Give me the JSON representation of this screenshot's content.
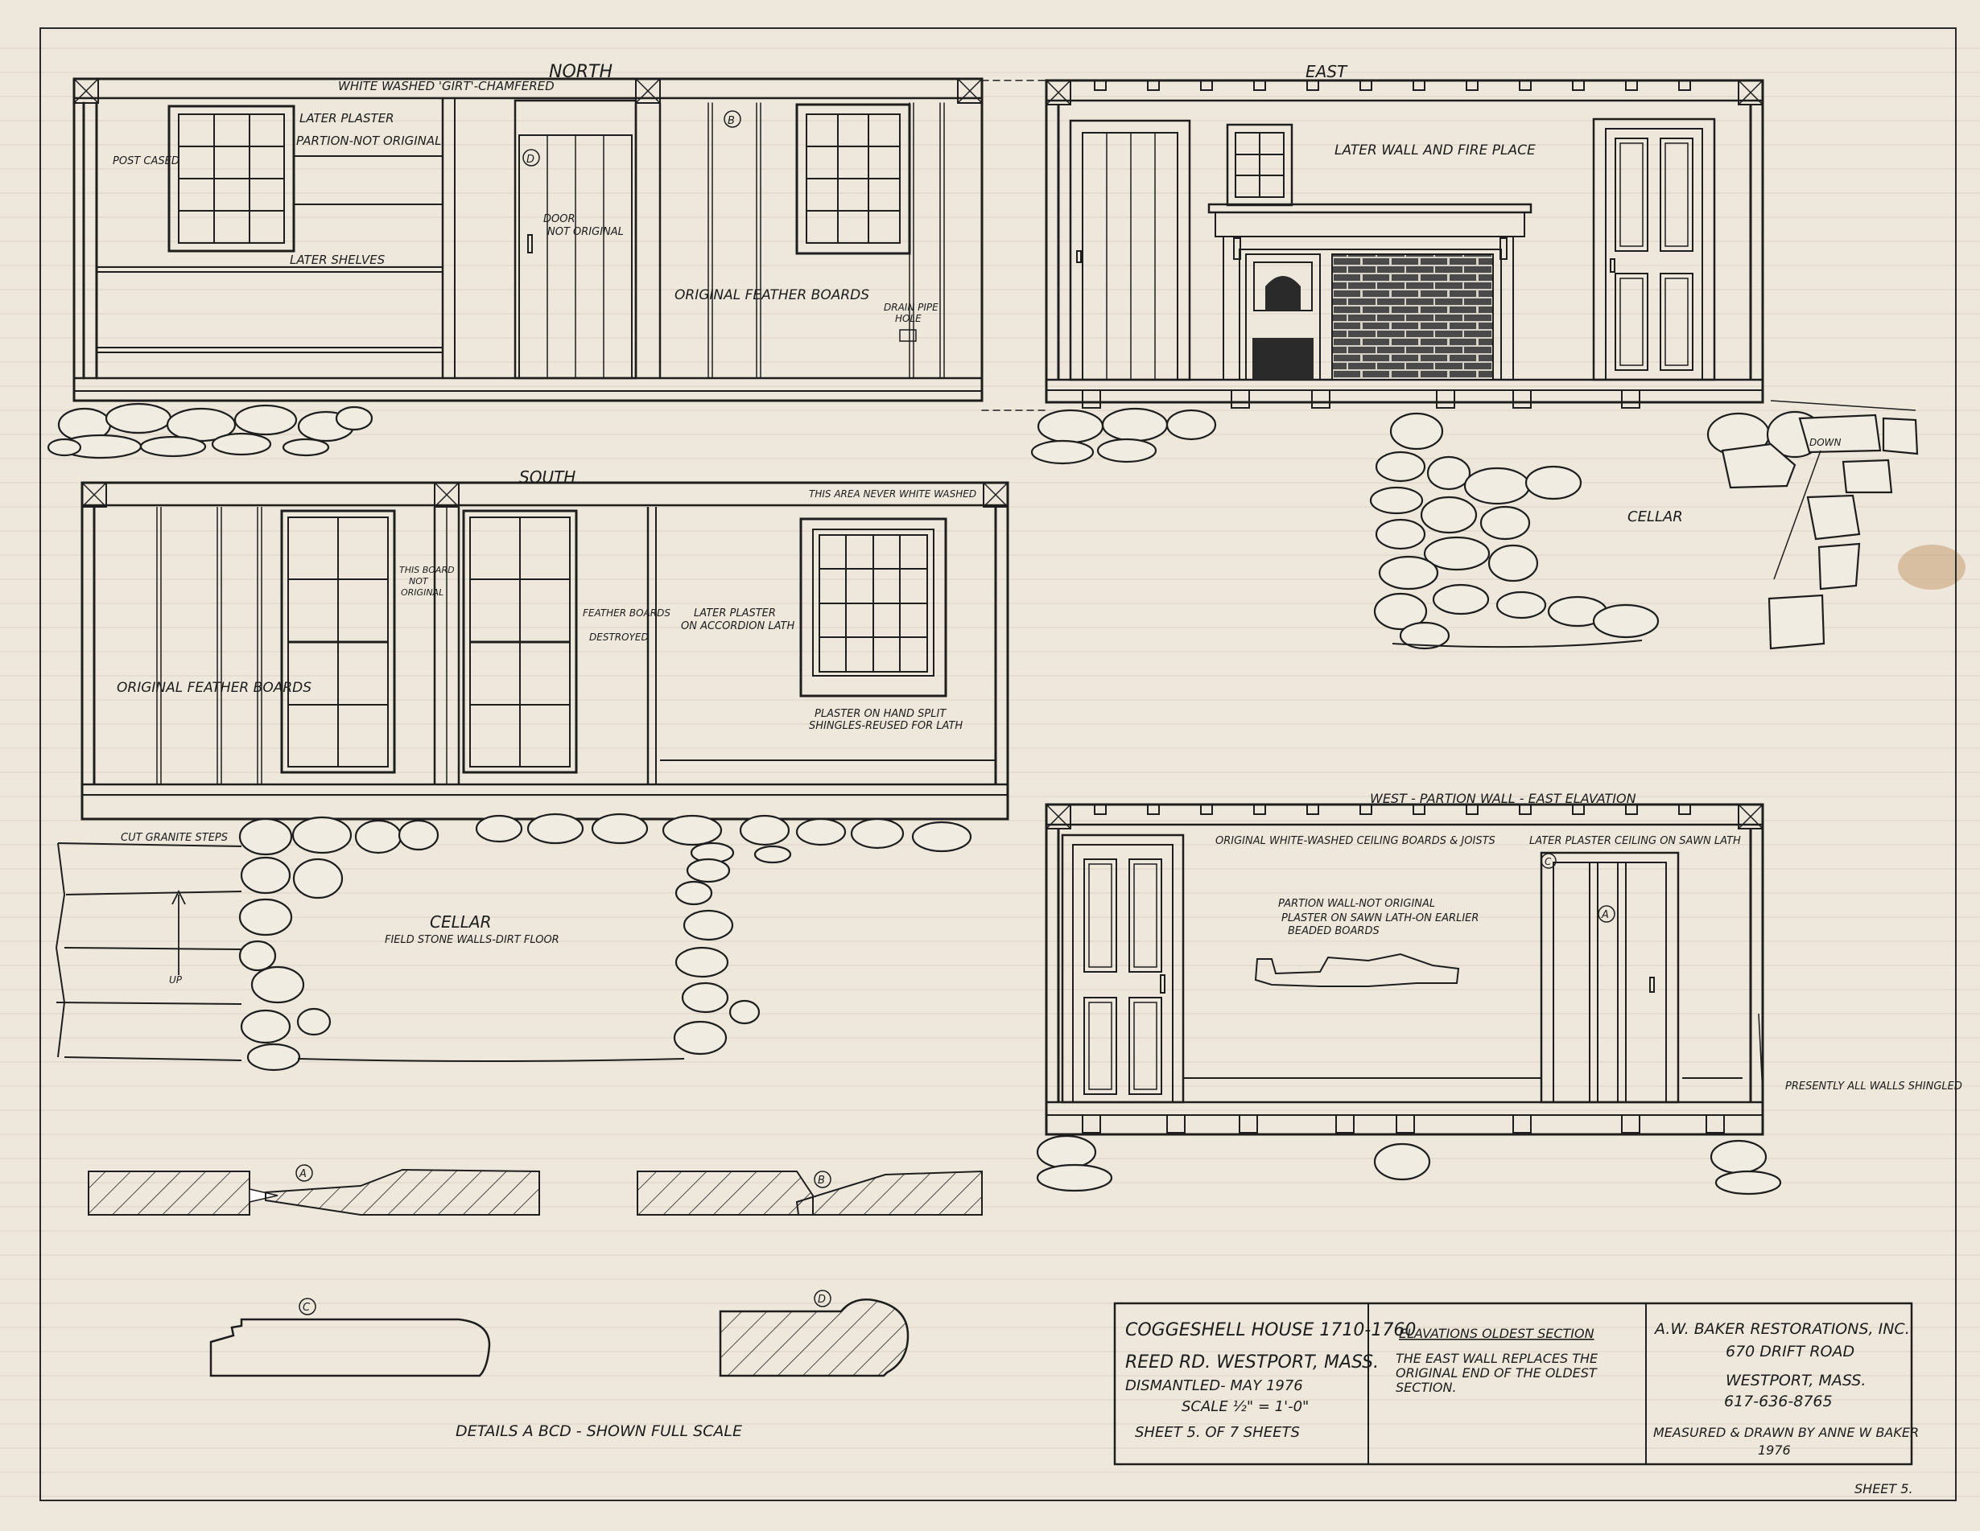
{
  "north": {
    "title": "NORTH",
    "girt_note": "WHITE WASHED 'GIRT'-CHAMFERED",
    "later_plaster": "LATER PLASTER",
    "partion_note": "PARTION-NOT ORIGINAL",
    "post_cased": "POST CASED",
    "later_shelves": "LATER SHELVES",
    "door_note_1": "DOOR",
    "door_note_2": "NOT ORIGINAL",
    "feather_boards": "ORIGINAL FEATHER BOARDS",
    "drain_1": "DRAIN PIPE",
    "drain_2": "HOLE",
    "marker_d": "D",
    "marker_b": "B"
  },
  "east": {
    "title": "EAST",
    "wall_note": "LATER WALL AND FIRE PLACE",
    "cellar": "CELLAR",
    "down": "DOWN"
  },
  "south": {
    "title": "SOUTH",
    "never_whitewashed": "THIS AREA NEVER WHITE WASHED",
    "board_note_1": "THIS BOARD",
    "board_note_2": "NOT",
    "board_note_3": "ORIGINAL",
    "feather_destroyed_1": "FEATHER BOARDS",
    "feather_destroyed_2": "DESTROYED",
    "later_plaster_1": "LATER PLASTER",
    "later_plaster_2": "ON ACCORDION LATH",
    "feather_boards": "ORIGINAL FEATHER BOARDS",
    "shingles_1": "PLASTER ON HAND SPLIT",
    "shingles_2": "SHINGLES-REUSED FOR LATH",
    "steps": "CUT GRANITE STEPS",
    "cellar": "CELLAR",
    "cellar_note": "FIELD STONE WALLS-DIRT FLOOR",
    "up": "UP"
  },
  "west": {
    "title": "WEST - PARTION WALL - EAST ELAVATION",
    "ceiling_boards": "ORIGINAL WHITE-WASHED CEILING BOARDS & JOISTS",
    "later_ceiling": "LATER PLASTER CEILING ON SAWN LATH",
    "partion_1": "PARTION WALL-NOT ORIGINAL",
    "partion_2": "PLASTER ON SAWN LATH-ON EARLIER",
    "partion_3": "BEADED BOARDS",
    "shingled": "PRESENTLY ALL WALLS SHINGLED",
    "marker_c": "C",
    "marker_a": "A"
  },
  "details": {
    "marker_a": "A",
    "marker_b": "B",
    "marker_c": "C",
    "marker_d": "D",
    "caption": "DETAILS A BCD - SHOWN FULL SCALE"
  },
  "title_block": {
    "house": "COGGESHELL HOUSE 1710-1760",
    "road": "REED RD. WESTPORT, MASS.",
    "dismantled": "DISMANTLED- MAY 1976",
    "scale": "SCALE ½\" = 1'-0\"",
    "sheet": "SHEET 5. OF 7 SHEETS",
    "elev_title": "ELAVATIONS OLDEST SECTION",
    "elev_1": "THE EAST WALL REPLACES THE",
    "elev_2": "ORIGINAL END OF THE OLDEST",
    "elev_3": "SECTION.",
    "firm": "A.W. BAKER RESTORATIONS, INC.",
    "address": "670 DRIFT ROAD",
    "city": "WESTPORT, MASS.",
    "phone": "617-636-8765",
    "drawn_by": "MEASURED & DRAWN BY ANNE W BAKER",
    "year": "1976"
  },
  "sheet_number": "SHEET 5."
}
